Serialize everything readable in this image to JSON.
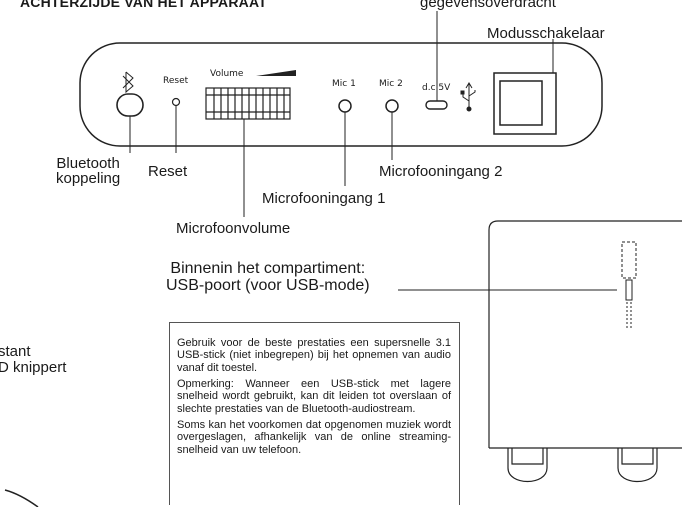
{
  "heading": "ACHTERZIJDE VAN HET APPARAAT",
  "top_clipped_label": "gegevensoverdracht",
  "mode_switch_label": "Modusschakelaar",
  "panel": {
    "bluetooth_icon": "bluetooth-icon",
    "reset_label": "Reset",
    "volume_label": "Volume",
    "mic1_label": "Mic 1",
    "mic2_label": "Mic 2",
    "dc_label": "d.c 5V",
    "usb_icon": "usb-icon"
  },
  "callouts": {
    "bluetooth": "Bluetooth",
    "bluetooth_line2": "koppeling",
    "reset": "Reset",
    "mic_input_1": "Microfooningang 1",
    "mic_input_2": "Microfooningang 2",
    "mic_volume": "Microfoonvolume"
  },
  "compartment": {
    "caption_line1": "Binnenin het compartiment:",
    "caption_line2": "USB-poort (voor USB-mode)"
  },
  "side_clipped": {
    "line1": "stant",
    "line2": "D knippert"
  },
  "note": {
    "p1": "Gebruik voor de beste prestaties een supersnelle 3.1 USB-stick (niet inbegrepen) bij het opnemen van audio vanaf dit toestel.",
    "p2": "Opmerking: Wanneer een USB-stick met lagere snelheid wordt gebruikt, kan dit leiden tot overslaan of slechte prestaties van de Bluetooth-audiostream.",
    "p3": "Soms kan het voorkomen dat opgenomen muziek wordt overgeslagen, afhankelijk van de online streaming-snelheid van uw telefoon."
  }
}
